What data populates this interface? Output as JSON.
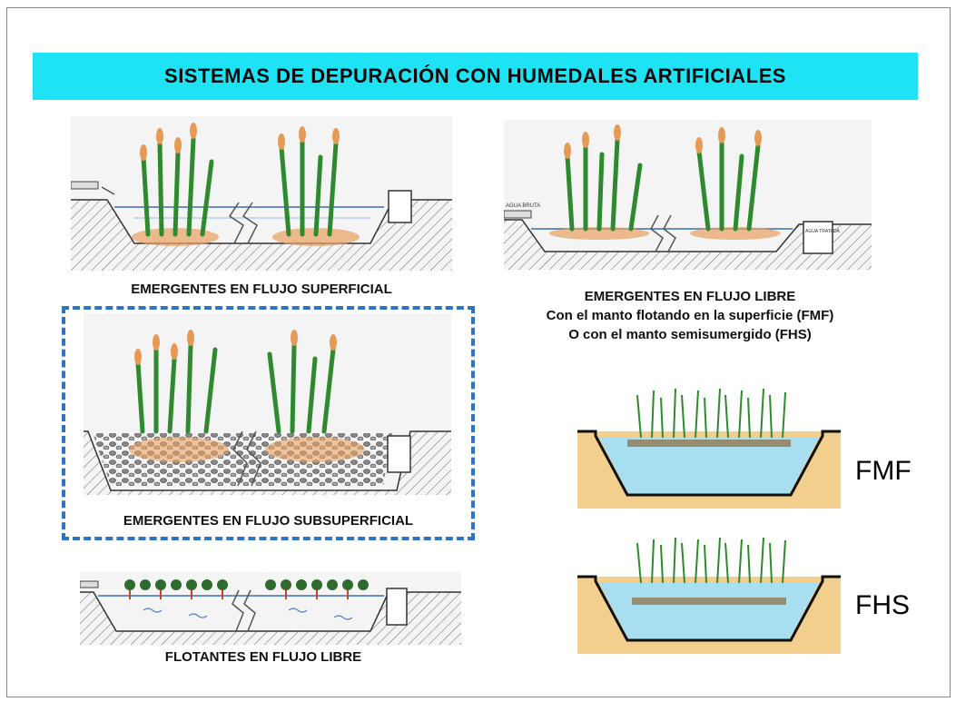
{
  "title": "SISTEMAS DE DEPURACIÓN CON HUMEDALES ARTIFICIALES",
  "panels": {
    "superficial": {
      "caption": "EMERGENTES EN FLUJO SUPERFICIAL"
    },
    "libre": {
      "caption_line1": "EMERGENTES EN FLUJO LIBRE",
      "caption_line2": "Con el manto flotando en la superficie (FMF)",
      "caption_line3": "O con el manto semisumergido (FHS)",
      "label_inlet": "AGUA BRUTA",
      "label_outlet": "AGUA TRATADA"
    },
    "subsuperficial": {
      "caption": "EMERGENTES EN FLUJO SUBSUPERFICIAL"
    },
    "flotantes": {
      "caption": "FLOTANTES EN FLUJO LIBRE"
    },
    "fmf": {
      "label": "FMF"
    },
    "fhs": {
      "label": "FHS"
    }
  },
  "colors": {
    "title_band": "#1ee3f5",
    "highlight_border": "#2d74c4",
    "water": "#a8dff0",
    "soil": "#f2cf8c",
    "plant_green": "#2f8a2f",
    "cattail_head": "#e79a55",
    "roots": "#e8a060"
  }
}
